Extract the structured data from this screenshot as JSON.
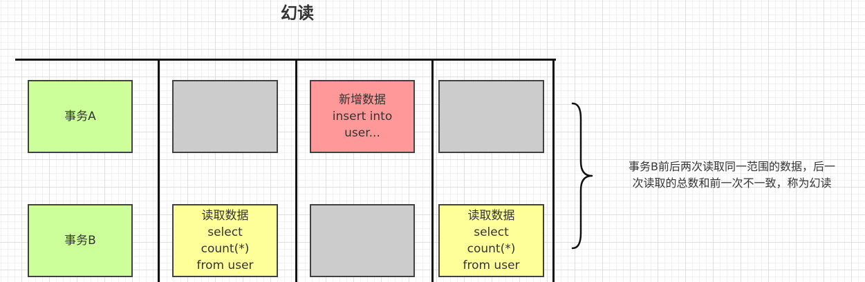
{
  "title": "幻读",
  "rows": {
    "a": {
      "label": "事务A",
      "step2_lines": [
        "新增数据",
        "insert into",
        "user..."
      ]
    },
    "b": {
      "label": "事务B",
      "step1_lines": [
        "读取数据",
        "select",
        "count(*)",
        "from user"
      ],
      "step3_lines": [
        "读取数据",
        "select",
        "count(*)",
        "from user"
      ]
    }
  },
  "note": {
    "lines": [
      "事务B前后两次读取同一范围的数据，后一",
      "次读取的总数和前一次不一致，称为幻读"
    ]
  },
  "colors": {
    "transaction": "#ccff99",
    "idle": "#cccccc",
    "insert": "#ff9999",
    "read": "#ffff99"
  }
}
